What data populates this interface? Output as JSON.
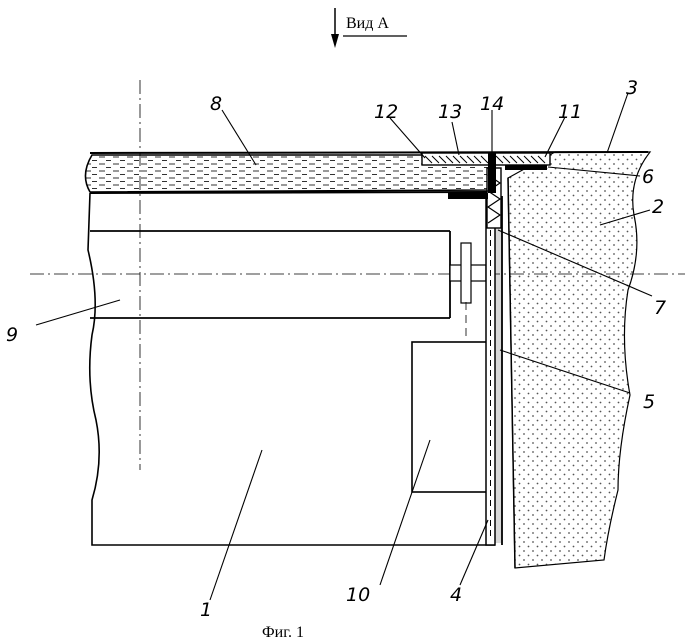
{
  "view_label": "Вид А",
  "caption": "Фиг. 1",
  "labels": {
    "l1": "1",
    "l2": "2",
    "l3": "3",
    "l4": "4",
    "l5": "5",
    "l6": "6",
    "l7": "7",
    "l8": "8",
    "l9": "9",
    "l10": "10",
    "l11": "11",
    "l12": "12",
    "l13": "13",
    "l14": "14"
  }
}
